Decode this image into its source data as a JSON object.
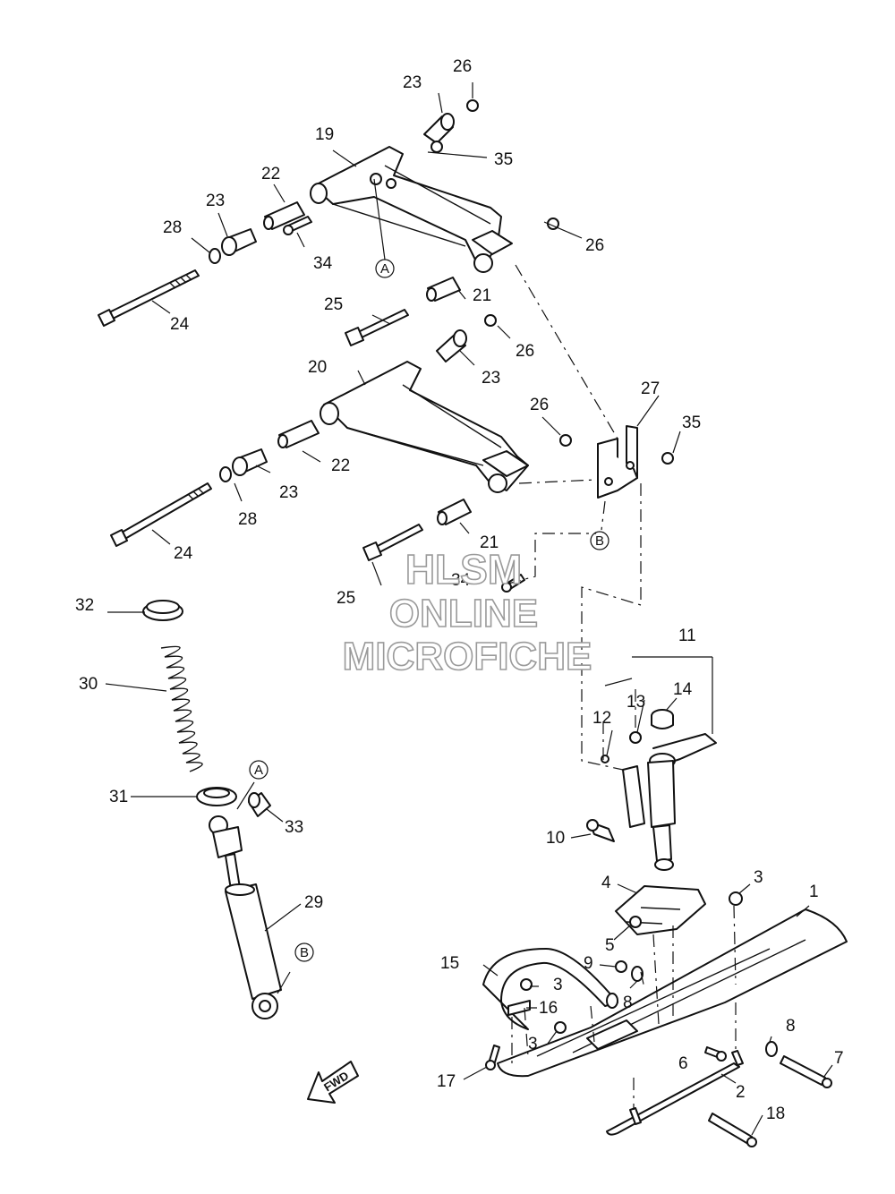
{
  "callouts": {
    "c1": "1",
    "c2": "2",
    "c3a": "3",
    "c3b": "3",
    "c3c": "3",
    "c4": "4",
    "c5": "5",
    "c6": "6",
    "c7": "7",
    "c8a": "8",
    "c8b": "8",
    "c9": "9",
    "c10": "10",
    "c11": "11",
    "c12": "12",
    "c13": "13",
    "c14": "14",
    "c15": "15",
    "c16": "16",
    "c17": "17",
    "c18": "18",
    "c19": "19",
    "c20": "20",
    "c21a": "21",
    "c21b": "21",
    "c22a": "22",
    "c22b": "22",
    "c23a": "23",
    "c23b": "23",
    "c23c": "23",
    "c23d": "23",
    "c24a": "24",
    "c24b": "24",
    "c25a": "25",
    "c25b": "25",
    "c26a": "26",
    "c26b": "26",
    "c26c": "26",
    "c26d": "26",
    "c27": "27",
    "c28a": "28",
    "c28b": "28",
    "c29": "29",
    "c30": "30",
    "c31": "31",
    "c32": "32",
    "c33": "33",
    "c34a": "34",
    "c34b": "34",
    "c35a": "35",
    "c35b": "35"
  },
  "reference_marks": {
    "a1": "A",
    "a2": "A",
    "b1": "B",
    "b2": "B"
  },
  "direction_arrow": "FWD",
  "watermark": {
    "line1": "HLSM",
    "line2": "ONLINE",
    "line3": "MICROFICHE"
  }
}
